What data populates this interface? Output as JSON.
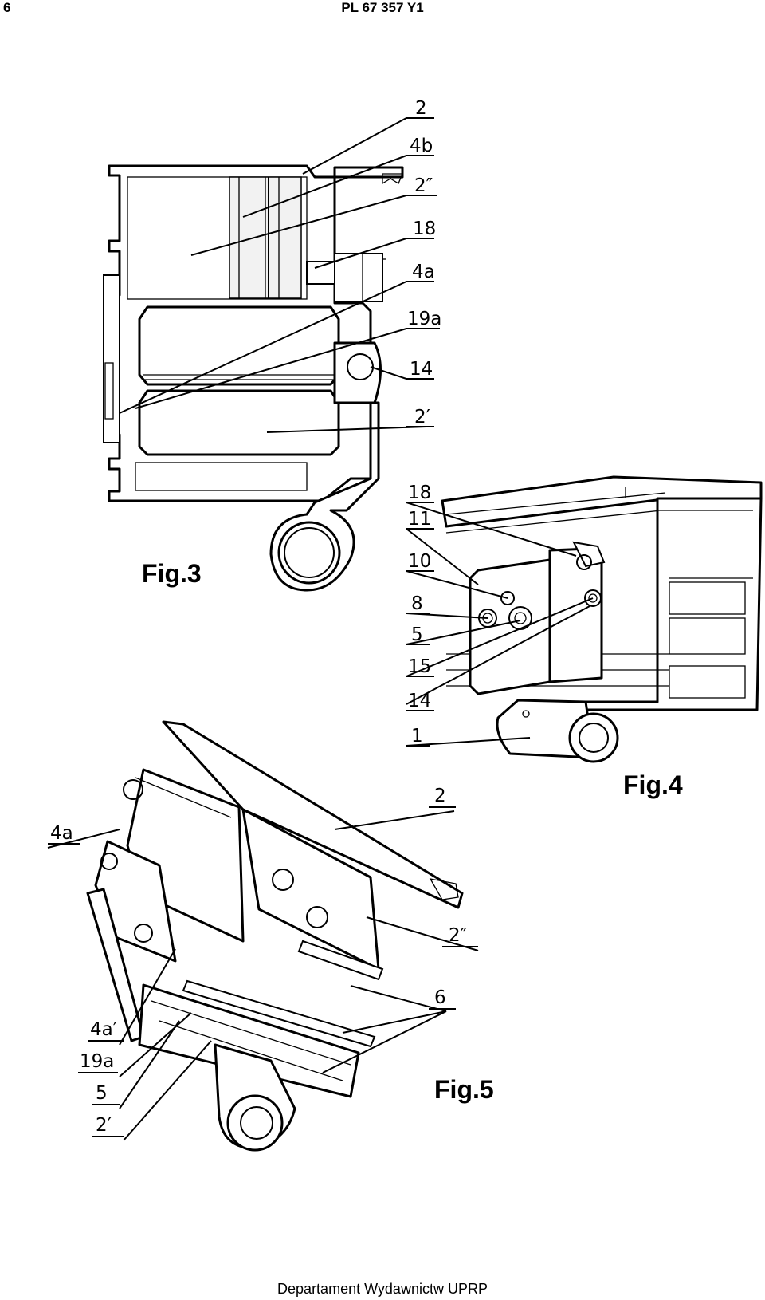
{
  "header": {
    "page_number": "6",
    "document_id": "PL 67 357 Y1"
  },
  "footer": {
    "text": "Departament Wydawnictw UPRP"
  },
  "figures": {
    "fig3": {
      "caption": "Fig.3",
      "labels": [
        "2",
        "4b",
        "2″",
        "18",
        "4a",
        "19a",
        "14",
        "2′"
      ]
    },
    "fig4": {
      "caption": "Fig.4",
      "labels": [
        "18",
        "11",
        "10",
        "8",
        "5",
        "15",
        "14",
        "1"
      ]
    },
    "fig5": {
      "caption": "Fig.5",
      "labels": [
        "2",
        "4a",
        "2″",
        "6",
        "4a′",
        "19a",
        "5",
        "2′"
      ]
    }
  }
}
